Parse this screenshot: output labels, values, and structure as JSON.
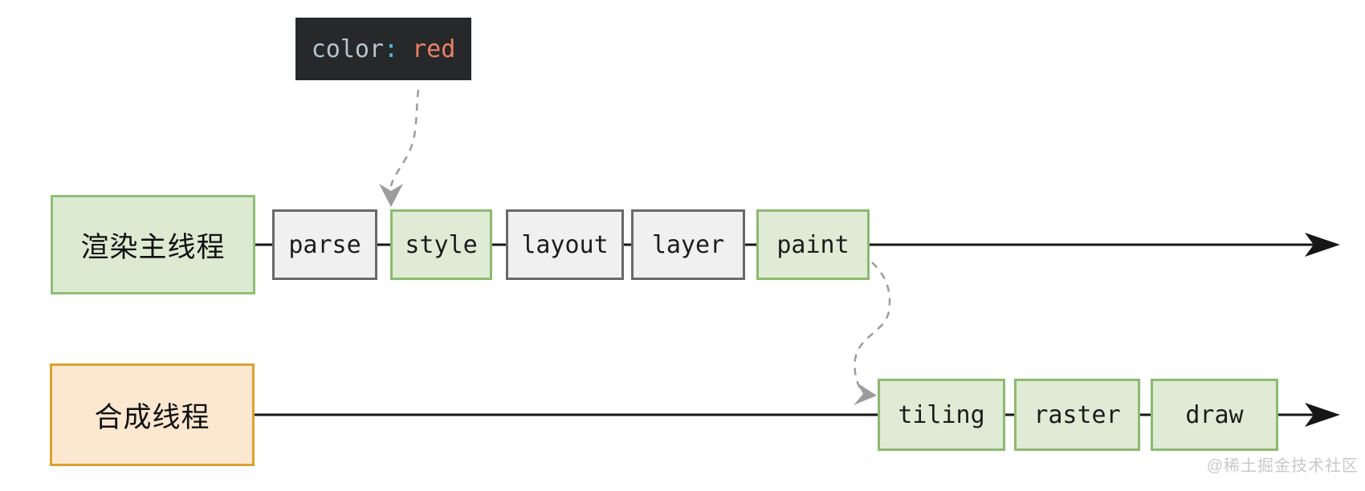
{
  "code_tooltip": {
    "property": "color",
    "colon": ":",
    "value": "red",
    "bg_color": "#26282a",
    "property_color": "#b4c5d0",
    "colon_color": "#55b5ea",
    "value_color": "#ec8165"
  },
  "main_thread": {
    "label": "渲染主线程",
    "stages": [
      {
        "label": "parse",
        "variant": "gray"
      },
      {
        "label": "style",
        "variant": "green"
      },
      {
        "label": "layout",
        "variant": "gray"
      },
      {
        "label": "layer",
        "variant": "gray"
      },
      {
        "label": "paint",
        "variant": "green"
      }
    ]
  },
  "compositor_thread": {
    "label": "合成线程",
    "stages": [
      {
        "label": "tiling",
        "variant": "green"
      },
      {
        "label": "raster",
        "variant": "green"
      },
      {
        "label": "draw",
        "variant": "green"
      }
    ]
  },
  "colors": {
    "stage_green_fill": "#e0ebd6",
    "stage_green_border": "#8cba70",
    "stage_gray_fill": "#f0f0f0",
    "stage_gray_border": "#696969",
    "main_thread_fill": "#dcead2",
    "main_thread_border": "#8fbe77",
    "compositor_fill": "#fce7d0",
    "compositor_border": "#d9a231",
    "timeline": "#161616",
    "dashed_arrow": "#9c9c9c"
  },
  "watermark": "@稀土掘金技术社区"
}
